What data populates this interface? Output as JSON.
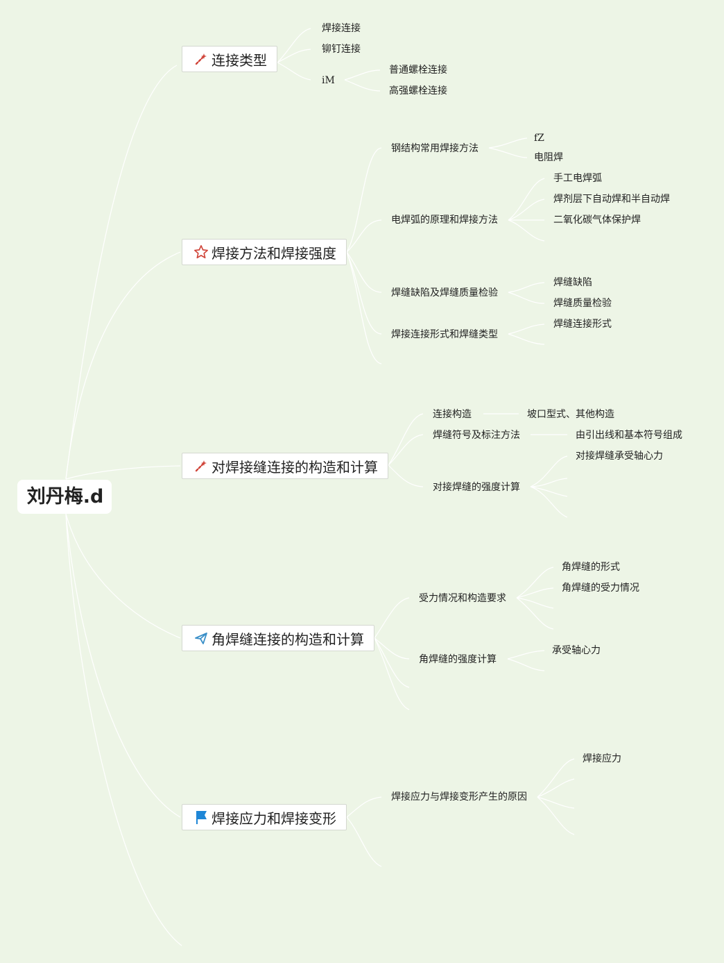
{
  "root": "刘丹梅.d",
  "topics": [
    {
      "label": "连接类型",
      "icon": "magic-wand-icon",
      "children": [
        {
          "label": "焊接连接"
        },
        {
          "label": "铆钉连接"
        },
        {
          "label": "iM",
          "children": [
            {
              "label": "普通螺栓连接"
            },
            {
              "label": "高强螺栓连接"
            }
          ]
        }
      ]
    },
    {
      "label": "焊接方法和焊接强度",
      "icon": "star-icon",
      "children": [
        {
          "label": "钢结构常用焊接方法",
          "children": [
            {
              "label": "fZ"
            },
            {
              "label": "电阻焊"
            }
          ]
        },
        {
          "label": "电焊弧的原理和焊接方法",
          "children": [
            {
              "label": "手工电焊弧"
            },
            {
              "label": "焊剂层下自动焊和半自动焊"
            },
            {
              "label": "二氧化碳气体保护焊"
            }
          ]
        },
        {
          "label": "焊缝缺陷及焊缝质量检验",
          "children": [
            {
              "label": "焊缝缺陷"
            },
            {
              "label": "焊缝质量检验"
            }
          ]
        },
        {
          "label": "焊接连接形式和焊缝类型",
          "children": [
            {
              "label": "焊缝连接形式"
            }
          ]
        }
      ]
    },
    {
      "label": "对焊接缝连接的构造和计算",
      "icon": "magic-wand-icon",
      "children": [
        {
          "label": "连接构造",
          "children": [
            {
              "label": "坡口型式、其他构造"
            }
          ]
        },
        {
          "label": "焊缝符号及标注方法",
          "children": [
            {
              "label": "由引出线和基本符号组成"
            }
          ]
        },
        {
          "label": "对接焊缝的强度计算",
          "children": [
            {
              "label": "对接焊缝承受轴心力"
            }
          ]
        }
      ]
    },
    {
      "label": "角焊缝连接的构造和计算",
      "icon": "paper-plane-icon",
      "children": [
        {
          "label": "受力情况和构造要求",
          "children": [
            {
              "label": "角焊缝的形式"
            },
            {
              "label": "角焊缝的受力情况"
            }
          ]
        },
        {
          "label": "角焊缝的强度计算",
          "children": [
            {
              "label": "承受轴心力"
            }
          ]
        }
      ]
    },
    {
      "label": "焊接应力和焊接变形",
      "icon": "flag-icon",
      "children": [
        {
          "label": "焊接应力与焊接变形产生的原因",
          "children": [
            {
              "label": "焊接应力"
            }
          ]
        }
      ]
    }
  ],
  "colors": {
    "background": "#edf5e6",
    "connector": "#ffffff",
    "wand": "#d0453a",
    "star": "#d0453a",
    "plane": "#3a8fc8",
    "flag": "#1e86d6"
  }
}
